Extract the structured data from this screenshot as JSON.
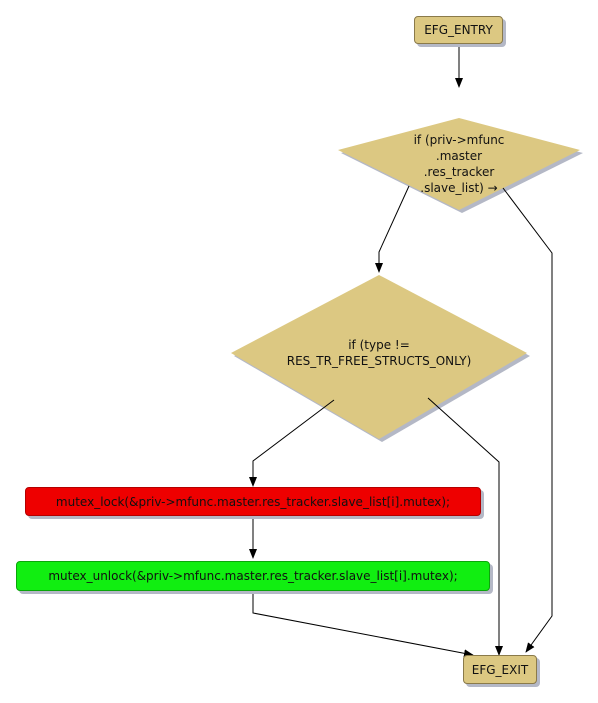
{
  "nodes": {
    "entry": {
      "label": "EFG_ENTRY"
    },
    "cond1": {
      "lines": [
        "if (priv->mfunc",
        ".master",
        ".res_tracker",
        ".slave_list) →"
      ]
    },
    "cond2": {
      "lines": [
        "if (type !=",
        "RES_TR_FREE_STRUCTS_ONLY)"
      ]
    },
    "lock": {
      "label": "mutex_lock(&priv->mfunc.master.res_tracker.slave_list[i].mutex);"
    },
    "unlock": {
      "label": "mutex_unlock(&priv->mfunc.master.res_tracker.slave_list[i].mutex);"
    },
    "exit": {
      "label": "EFG_EXIT"
    }
  },
  "colors": {
    "node_fill": "#dcc882",
    "lock_fill": "#ee0000",
    "unlock_fill": "#11ee11",
    "shadow": "#b4b8c6",
    "edge": "#000000"
  }
}
